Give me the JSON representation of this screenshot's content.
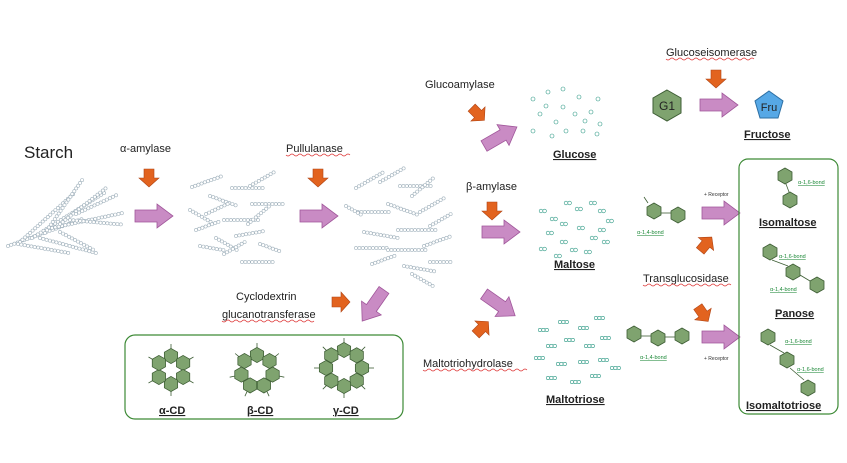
{
  "starch": "Starch",
  "enzymes": {
    "alpha_amylase": "α-amylase",
    "pullulanase": "Pullulanase",
    "glucoamylase": "Glucoamylase",
    "beta_amylase": "β-amylase",
    "cgtase_line1": "Cyclodextrin",
    "cgtase_line2": "glucanotransferase",
    "maltotriohydrolase": "Maltotriohydrolase",
    "glucoseisomerase": "Glucoseisomerase",
    "transglucosidase": "Transglucosidase"
  },
  "products": {
    "glucose": "Glucose",
    "maltose": "Maltose",
    "maltotriose": "Maltotriose",
    "fructose": "Fructose",
    "isomaltose": "Isomaltose",
    "panose": "Panose",
    "isomaltotriose": "Isomaltotriose",
    "alpha_cd": "α-CD",
    "beta_cd": "β-CD",
    "gamma_cd": "γ-CD"
  },
  "labels": {
    "g1": "G1",
    "fru": "Fru",
    "bond_14": "α-1,4-bond",
    "bond_16": "α-1,6-bond",
    "receptor": "+ Receptor"
  },
  "colors": {
    "process_arrow": "#c98bc4",
    "process_arrow_stroke": "#a0569a",
    "enzyme_arrow": "#e2631f",
    "hexagon": "#7fa36f",
    "hexagon_stroke": "#3d5d34",
    "fructose": "#56a8e6",
    "bead": "#9fb0bb",
    "green_dot": "#2f9a86",
    "box_border": "#3d8a36"
  }
}
